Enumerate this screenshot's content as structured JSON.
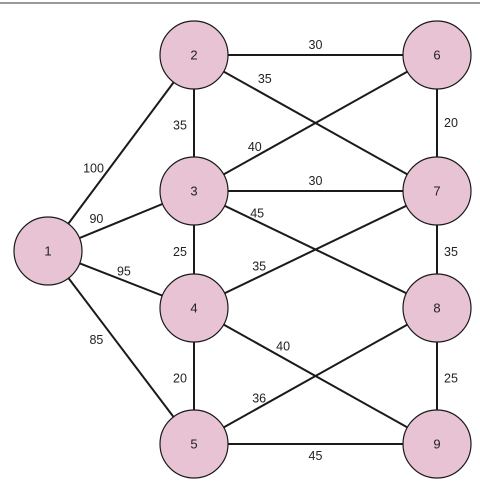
{
  "colors": {
    "node_fill": "#e8c3d4",
    "stroke": "#1a1a1a"
  },
  "nodes": [
    {
      "id": "1",
      "label": "1"
    },
    {
      "id": "2",
      "label": "2"
    },
    {
      "id": "3",
      "label": "3"
    },
    {
      "id": "4",
      "label": "4"
    },
    {
      "id": "5",
      "label": "5"
    },
    {
      "id": "6",
      "label": "6"
    },
    {
      "id": "7",
      "label": "7"
    },
    {
      "id": "8",
      "label": "8"
    },
    {
      "id": "9",
      "label": "9"
    }
  ],
  "edges": [
    {
      "from": "1",
      "to": "2",
      "weight": "100"
    },
    {
      "from": "1",
      "to": "3",
      "weight": "90"
    },
    {
      "from": "1",
      "to": "4",
      "weight": "95"
    },
    {
      "from": "1",
      "to": "5",
      "weight": "85"
    },
    {
      "from": "2",
      "to": "6",
      "weight": "30"
    },
    {
      "from": "2",
      "to": "7",
      "weight": "35"
    },
    {
      "from": "2",
      "to": "3",
      "weight": "35"
    },
    {
      "from": "3",
      "to": "6",
      "weight": "40"
    },
    {
      "from": "3",
      "to": "7",
      "weight": "30"
    },
    {
      "from": "3",
      "to": "8",
      "weight": "45"
    },
    {
      "from": "3",
      "to": "4",
      "weight": "25"
    },
    {
      "from": "4",
      "to": "7",
      "weight": "35"
    },
    {
      "from": "4",
      "to": "9",
      "weight": "40"
    },
    {
      "from": "4",
      "to": "5",
      "weight": "20"
    },
    {
      "from": "5",
      "to": "8",
      "weight": "36"
    },
    {
      "from": "5",
      "to": "9",
      "weight": "45"
    },
    {
      "from": "6",
      "to": "7",
      "weight": "20"
    },
    {
      "from": "7",
      "to": "8",
      "weight": "35"
    },
    {
      "from": "8",
      "to": "9",
      "weight": "25"
    }
  ]
}
